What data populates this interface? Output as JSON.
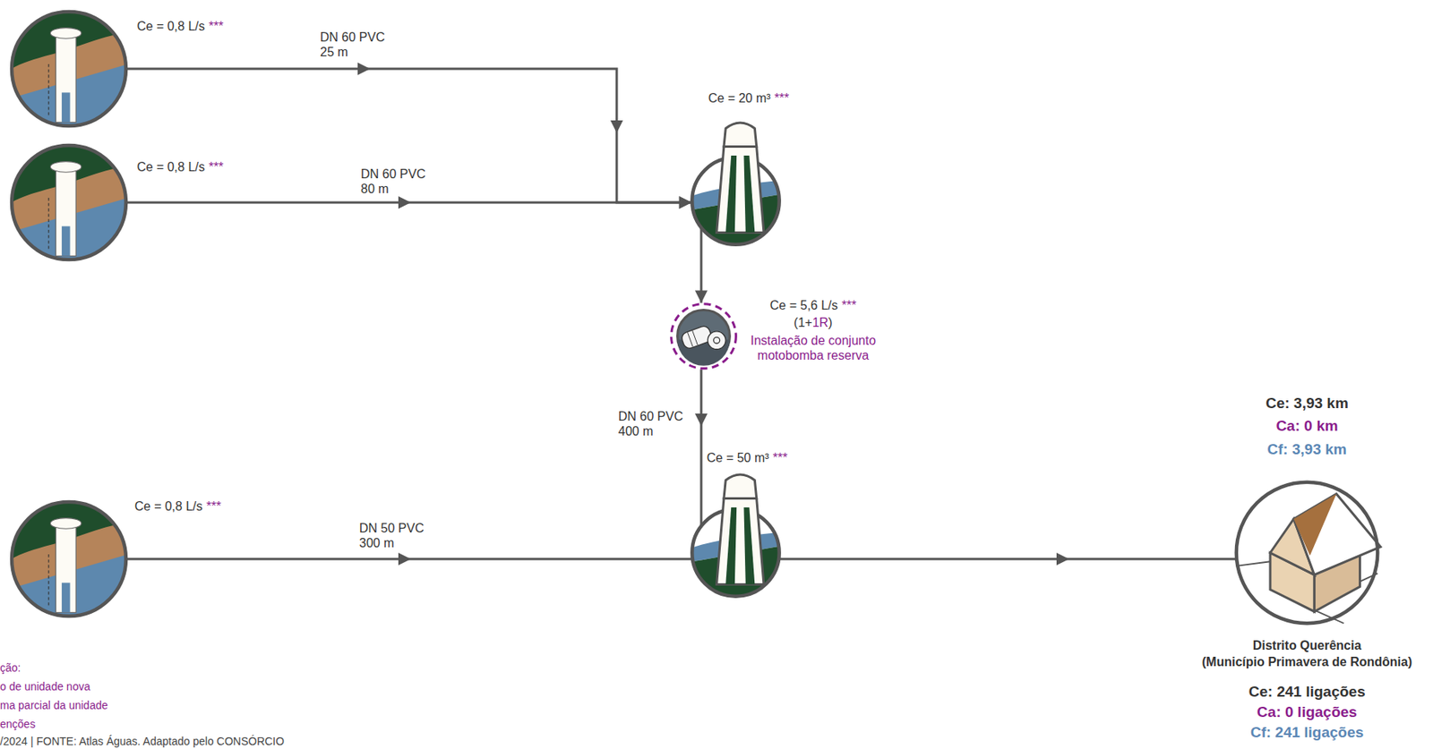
{
  "diagram": {
    "nodes": [
      {
        "text": [
          "Ce = 0,8 L/s",
          "***"
        ]
      },
      {
        "text": [
          "Ce = 0,8 L/s",
          "***"
        ]
      },
      {
        "text": [
          "Ce = 20 m³",
          "***"
        ]
      },
      {
        "text": [
          "Ce = 5,6 L/s",
          "***",
          "(1+",
          "1R",
          ")",
          "Instalação de conjunto motobomba reserva"
        ]
      },
      {
        "text": [
          "Ce = 0,8 L/s",
          "***"
        ]
      },
      {
        "text": [
          "Ce = 50 m³",
          "***"
        ]
      },
      {
        "text": [
          "Ce: 3,93 km",
          "Ca: 0 km",
          "Cf: 3,93 km",
          "Distrito Querência",
          "(Município Primavera de Rondônia)",
          "Ce: 241 ligações",
          "Ca: 0 ligações",
          "Cf: 241 ligações"
        ]
      }
    ],
    "edges": [
      {
        "from": 0,
        "to": 2,
        "label": "DN 60 PVC 25 m",
        "arrow": "to"
      },
      {
        "from": 1,
        "to": 2,
        "label": "DN 60 PVC 80 m",
        "arrow": "to"
      },
      {
        "from": 2,
        "to": 3,
        "arrow": "to"
      },
      {
        "from": 3,
        "to": 5,
        "label": "DN 60 PVC 400 m",
        "arrow": "to"
      },
      {
        "from": 4,
        "to": 5,
        "label": "DN 50 PVC 300 m",
        "arrow": "to"
      },
      {
        "from": 5,
        "to": 6,
        "arrow": "to"
      }
    ],
    "labels": [
      "ção:",
      "o de unidade nova",
      "ma parcial da unidade",
      "enções",
      "/2024 | FONTE: Atlas Águas. Adaptado pelo CONSÓRCIO"
    ]
  }
}
